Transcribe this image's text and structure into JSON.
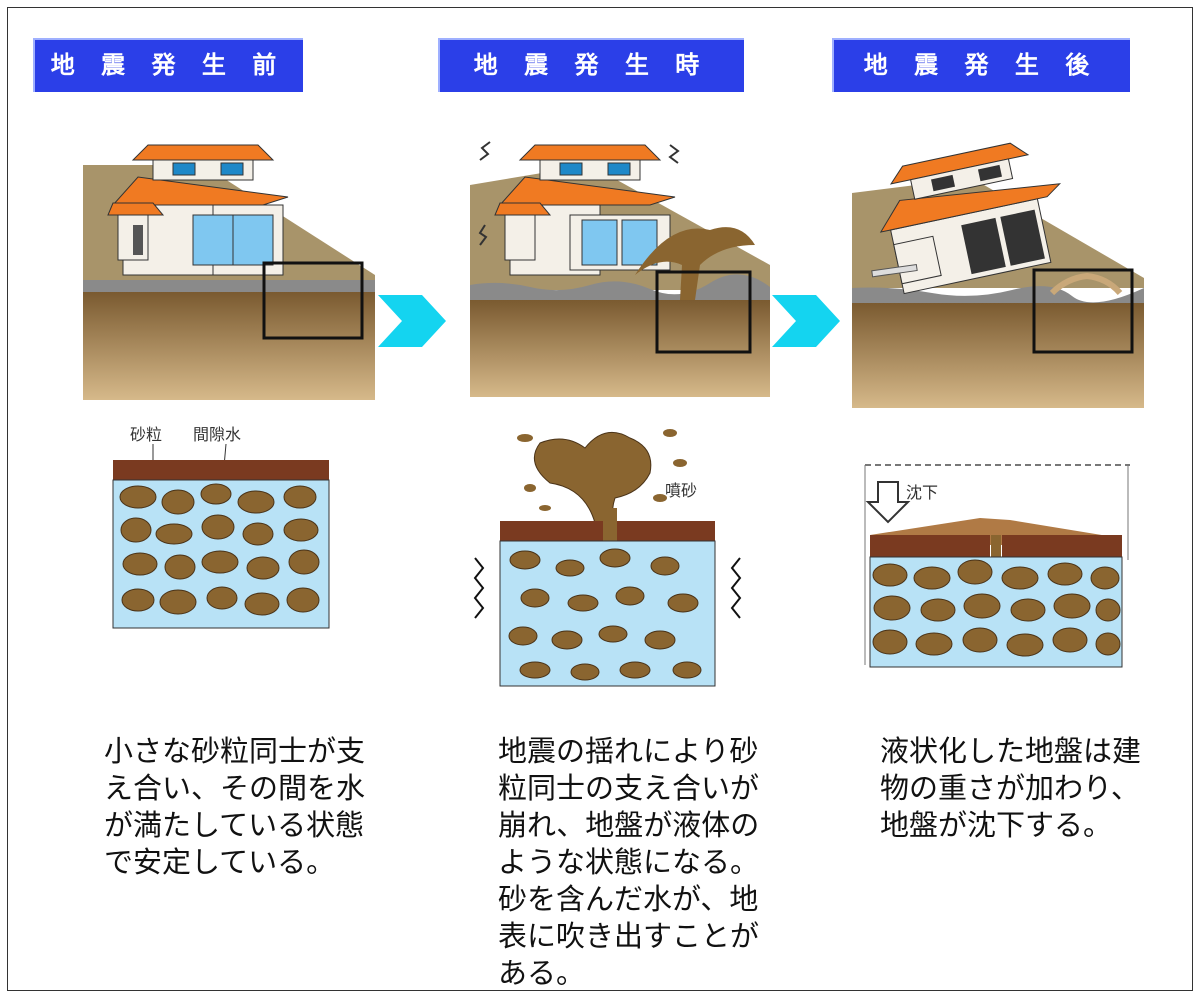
{
  "stages": [
    {
      "title": "地 震 発 生 前",
      "labels": {
        "sand_grain": "砂粒",
        "pore_water": "間隙水"
      },
      "caption": "小さな砂粒同士が支\nえ合い、その間を水\nが満たしている状態\nで安定している。"
    },
    {
      "title": "地 震 発 生 時",
      "labels": {
        "spouting_sand": "噴砂"
      },
      "caption": "地震の揺れにより砂\n粒同士の支え合いが\n崩れ、地盤が液体の\nような状態になる。\n砂を含んだ水が、地\n表に吹き出すことが\nある。"
    },
    {
      "title": "地 震 発 生 後",
      "labels": {
        "subsidence": "沈下"
      },
      "caption": "液状化した地盤は建\n物の重さが加わり、\n地盤が沈下する。"
    }
  ],
  "colors": {
    "title_bg": "#2b3fe8",
    "arrow": "#14d4f0",
    "ground": "#a8946a",
    "soil": "#8a6a3e",
    "water": "#b8e2f6",
    "grain": "#8a6530",
    "roof": "#f07a22",
    "crust": "#7a3a20"
  }
}
